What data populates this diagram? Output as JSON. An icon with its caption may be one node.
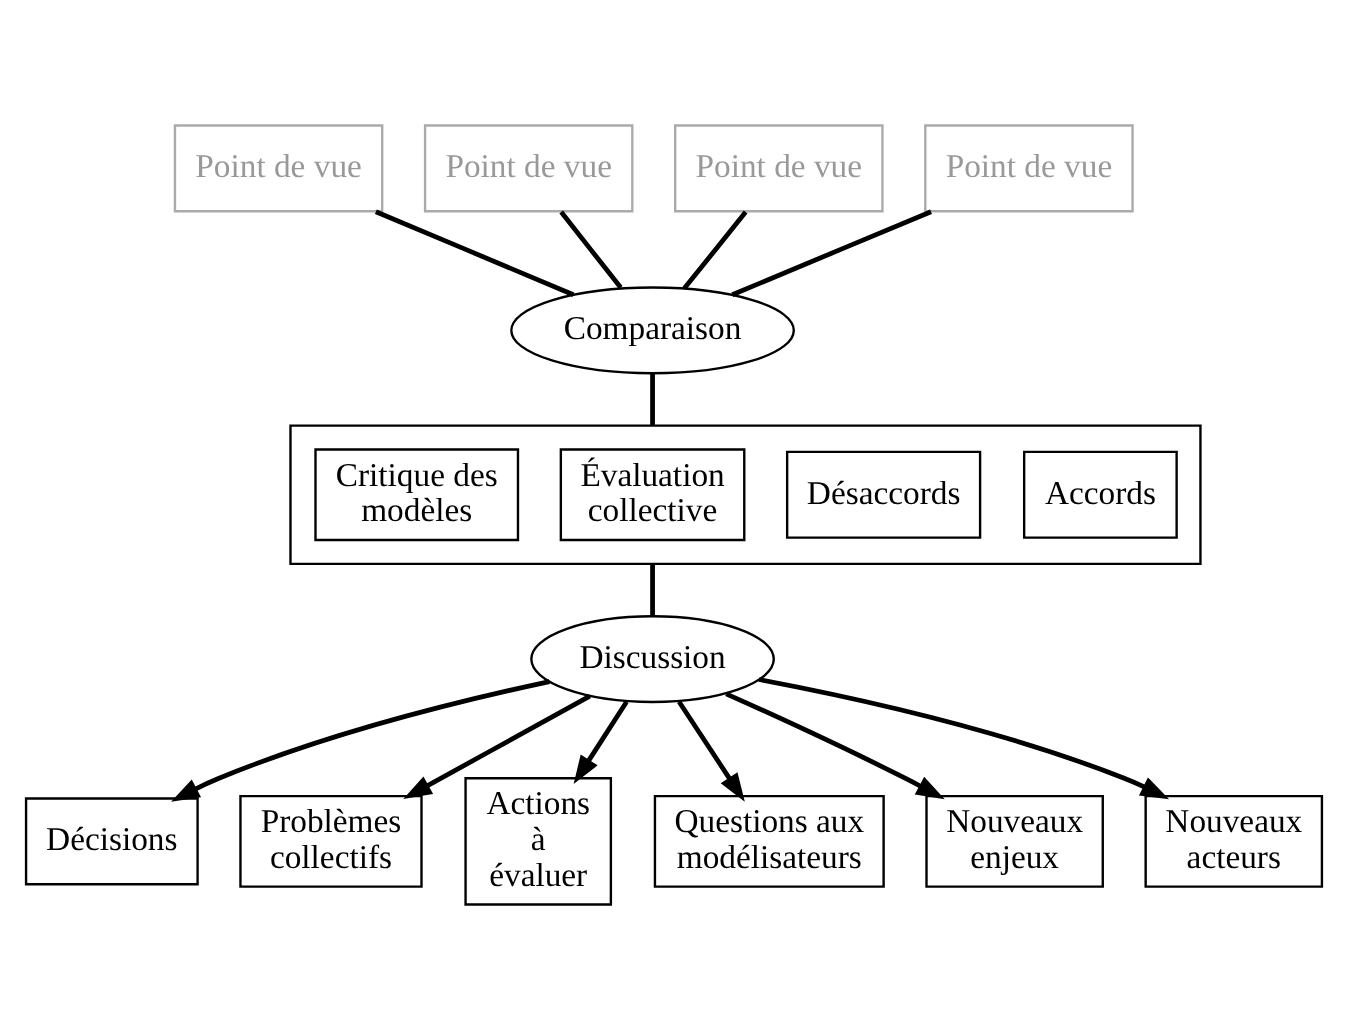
{
  "diagram": {
    "nodes": [
      {
        "text": [
          "Point de vue"
        ]
      },
      {
        "text": [
          "Point de vue"
        ]
      },
      {
        "text": [
          "Point de vue"
        ]
      },
      {
        "text": [
          "Point de vue"
        ]
      },
      {
        "text": [
          "Comparaison"
        ]
      },
      {
        "text": [],
        "shape": "box"
      },
      {
        "text": [
          "Critique des modèles"
        ],
        "in": 5
      },
      {
        "text": [
          "Évaluation collective"
        ],
        "in": 5
      },
      {
        "text": [
          "Désaccords"
        ],
        "in": 5
      },
      {
        "text": [
          "Accords"
        ],
        "in": 5
      },
      {
        "text": [
          "Discussion"
        ]
      },
      {
        "text": [
          "Décisions"
        ]
      },
      {
        "text": [
          "Problèmes collectifs"
        ]
      },
      {
        "text": [
          "Actions à évaluer"
        ]
      },
      {
        "text": [
          "Questions aux modélisateurs"
        ]
      },
      {
        "text": [
          "Nouveaux enjeux"
        ]
      },
      {
        "text": [
          "Nouveaux acteurs"
        ]
      }
    ],
    "edges": [
      {
        "from": 0,
        "to": 4,
        "arrow": "none"
      },
      {
        "from": 1,
        "to": 4,
        "arrow": "none"
      },
      {
        "from": 2,
        "to": 4,
        "arrow": "none"
      },
      {
        "from": 3,
        "to": 4,
        "arrow": "none"
      },
      {
        "from": 4,
        "to": 5,
        "arrow": "none"
      },
      {
        "from": 5,
        "to": 10,
        "arrow": "none"
      },
      {
        "from": 10,
        "to": 11,
        "arrow": "to"
      },
      {
        "from": 10,
        "to": 12,
        "arrow": "to"
      },
      {
        "from": 10,
        "to": 13,
        "arrow": "to"
      },
      {
        "from": 10,
        "to": 14,
        "arrow": "to"
      },
      {
        "from": 10,
        "to": 15,
        "arrow": "to"
      },
      {
        "from": 10,
        "to": 16,
        "arrow": "to"
      }
    ]
  }
}
